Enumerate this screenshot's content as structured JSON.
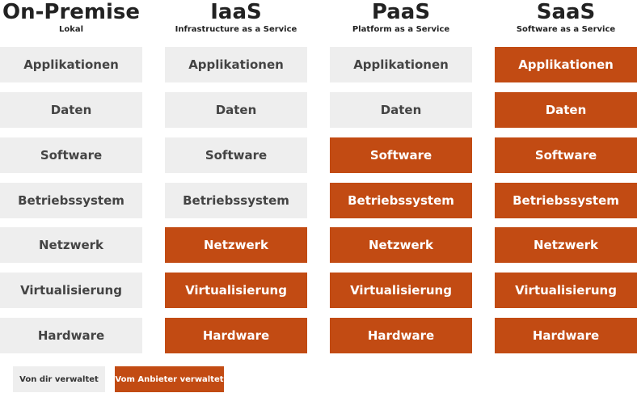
{
  "colors": {
    "user_managed": "#eeeeee",
    "provider_managed": "#c24b13",
    "user_text": "#444444",
    "provider_text": "#ffffff"
  },
  "columns": [
    {
      "title": "On-Premise",
      "subtitle": "Lokal",
      "layers": [
        {
          "label": "Applikationen",
          "managed_by": "user"
        },
        {
          "label": "Daten",
          "managed_by": "user"
        },
        {
          "label": "Software",
          "managed_by": "user"
        },
        {
          "label": "Betriebssystem",
          "managed_by": "user"
        },
        {
          "label": "Netzwerk",
          "managed_by": "user"
        },
        {
          "label": "Virtualisierung",
          "managed_by": "user"
        },
        {
          "label": "Hardware",
          "managed_by": "user"
        }
      ]
    },
    {
      "title": "IaaS",
      "subtitle": "Infrastructure as a Service",
      "layers": [
        {
          "label": "Applikationen",
          "managed_by": "user"
        },
        {
          "label": "Daten",
          "managed_by": "user"
        },
        {
          "label": "Software",
          "managed_by": "user"
        },
        {
          "label": "Betriebssystem",
          "managed_by": "user"
        },
        {
          "label": "Netzwerk",
          "managed_by": "provider"
        },
        {
          "label": "Virtualisierung",
          "managed_by": "provider"
        },
        {
          "label": "Hardware",
          "managed_by": "provider"
        }
      ]
    },
    {
      "title": "PaaS",
      "subtitle": "Platform as a Service",
      "layers": [
        {
          "label": "Applikationen",
          "managed_by": "user"
        },
        {
          "label": "Daten",
          "managed_by": "user"
        },
        {
          "label": "Software",
          "managed_by": "provider"
        },
        {
          "label": "Betriebssystem",
          "managed_by": "provider"
        },
        {
          "label": "Netzwerk",
          "managed_by": "provider"
        },
        {
          "label": "Virtualisierung",
          "managed_by": "provider"
        },
        {
          "label": "Hardware",
          "managed_by": "provider"
        }
      ]
    },
    {
      "title": "SaaS",
      "subtitle": "Software as a Service",
      "layers": [
        {
          "label": "Applikationen",
          "managed_by": "provider"
        },
        {
          "label": "Daten",
          "managed_by": "provider"
        },
        {
          "label": "Software",
          "managed_by": "provider"
        },
        {
          "label": "Betriebssystem",
          "managed_by": "provider"
        },
        {
          "label": "Netzwerk",
          "managed_by": "provider"
        },
        {
          "label": "Virtualisierung",
          "managed_by": "provider"
        },
        {
          "label": "Hardware",
          "managed_by": "provider"
        }
      ]
    }
  ],
  "legend": {
    "user_label": "Von dir verwaltet",
    "provider_label": "Vom Anbieter verwaltet"
  }
}
